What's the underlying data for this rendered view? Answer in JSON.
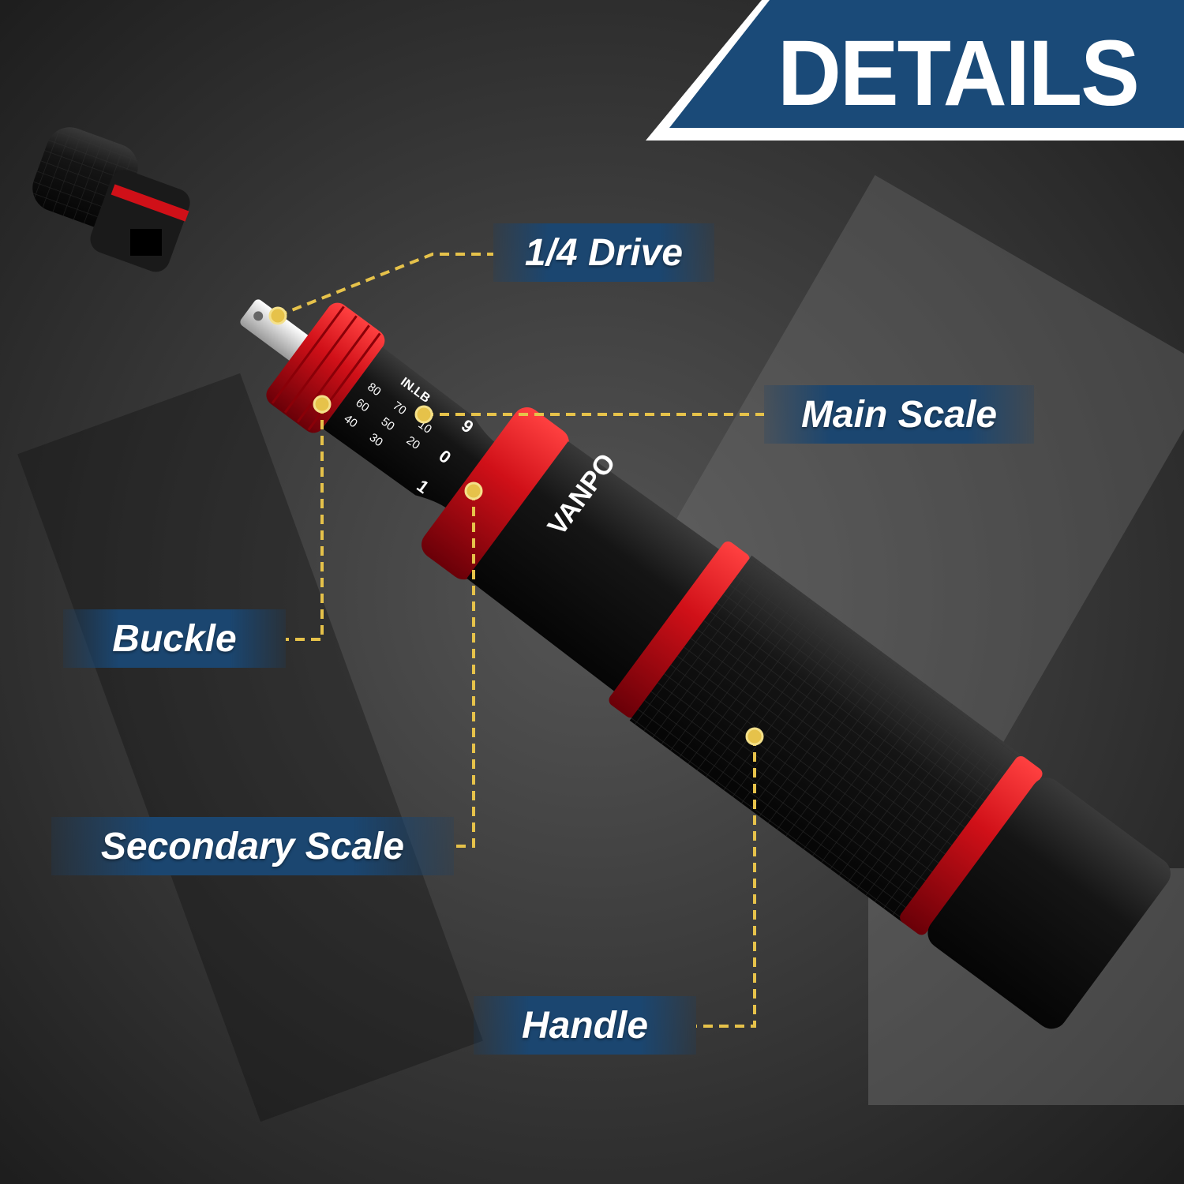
{
  "header": {
    "title": "DETAILS"
  },
  "labels": {
    "drive": "1/4 Drive",
    "main_scale": "Main Scale",
    "buckle": "Buckle",
    "secondary_scale": "Secondary Scale",
    "handle": "Handle"
  },
  "product": {
    "brand": "VANPO",
    "unit": "IN.LB",
    "main_scale_values": [
      "80",
      "70",
      "60",
      "50",
      "40",
      "30",
      "20",
      "10"
    ],
    "secondary_scale_marks": [
      "9",
      "0",
      "1"
    ]
  },
  "colors": {
    "header_blue": "#1a4a78",
    "label_blue": "#1b4670",
    "accent_red": "#d01018",
    "callout_yellow": "#e6c24a"
  }
}
